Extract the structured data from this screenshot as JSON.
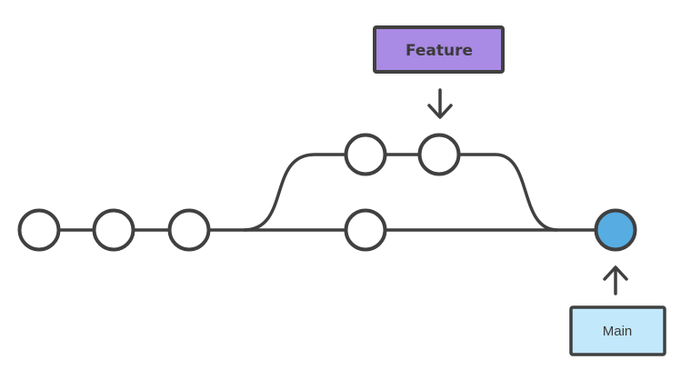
{
  "colors": {
    "stroke": "#404040",
    "commit-fill": "#ffffff",
    "head-fill": "#57ace1",
    "feature-fill": "#a98ae4",
    "main-fill": "#c2e8fc",
    "label-text": "#3b3b3b",
    "background": "#ffffff"
  },
  "branches": {
    "feature": {
      "label": "Feature",
      "commit_count": 2
    },
    "main": {
      "label": "Main",
      "commit_count": 5,
      "head_commit_color": "#57ace1"
    }
  }
}
